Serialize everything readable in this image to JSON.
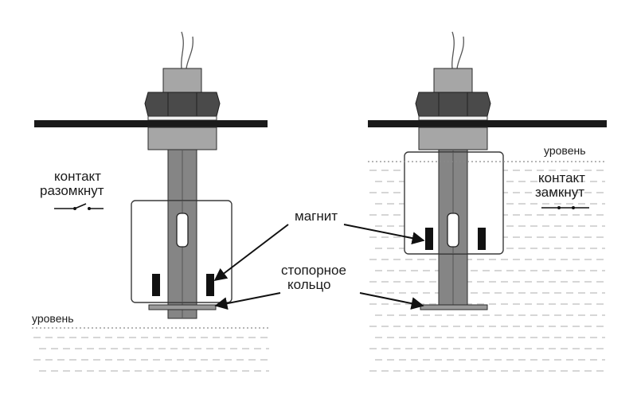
{
  "labels": {
    "contact_open_1": "контакт",
    "contact_open_2": "разомкнут",
    "contact_closed_1": "контакт",
    "contact_closed_2": "замкнут",
    "magnet": "магнит",
    "ring_1": "стопорное",
    "ring_2": "кольцо",
    "level_left": "уровень",
    "level_right": "уровень"
  },
  "colors": {
    "mount_bar": "#1a1a1a",
    "nut": "#4a4a4a",
    "rod": "#858585",
    "magnet": "#111111",
    "water_lines": "#d6d6d6"
  },
  "icons": [
    "open-switch-symbol",
    "closed-switch-symbol",
    "wire-leads"
  ]
}
